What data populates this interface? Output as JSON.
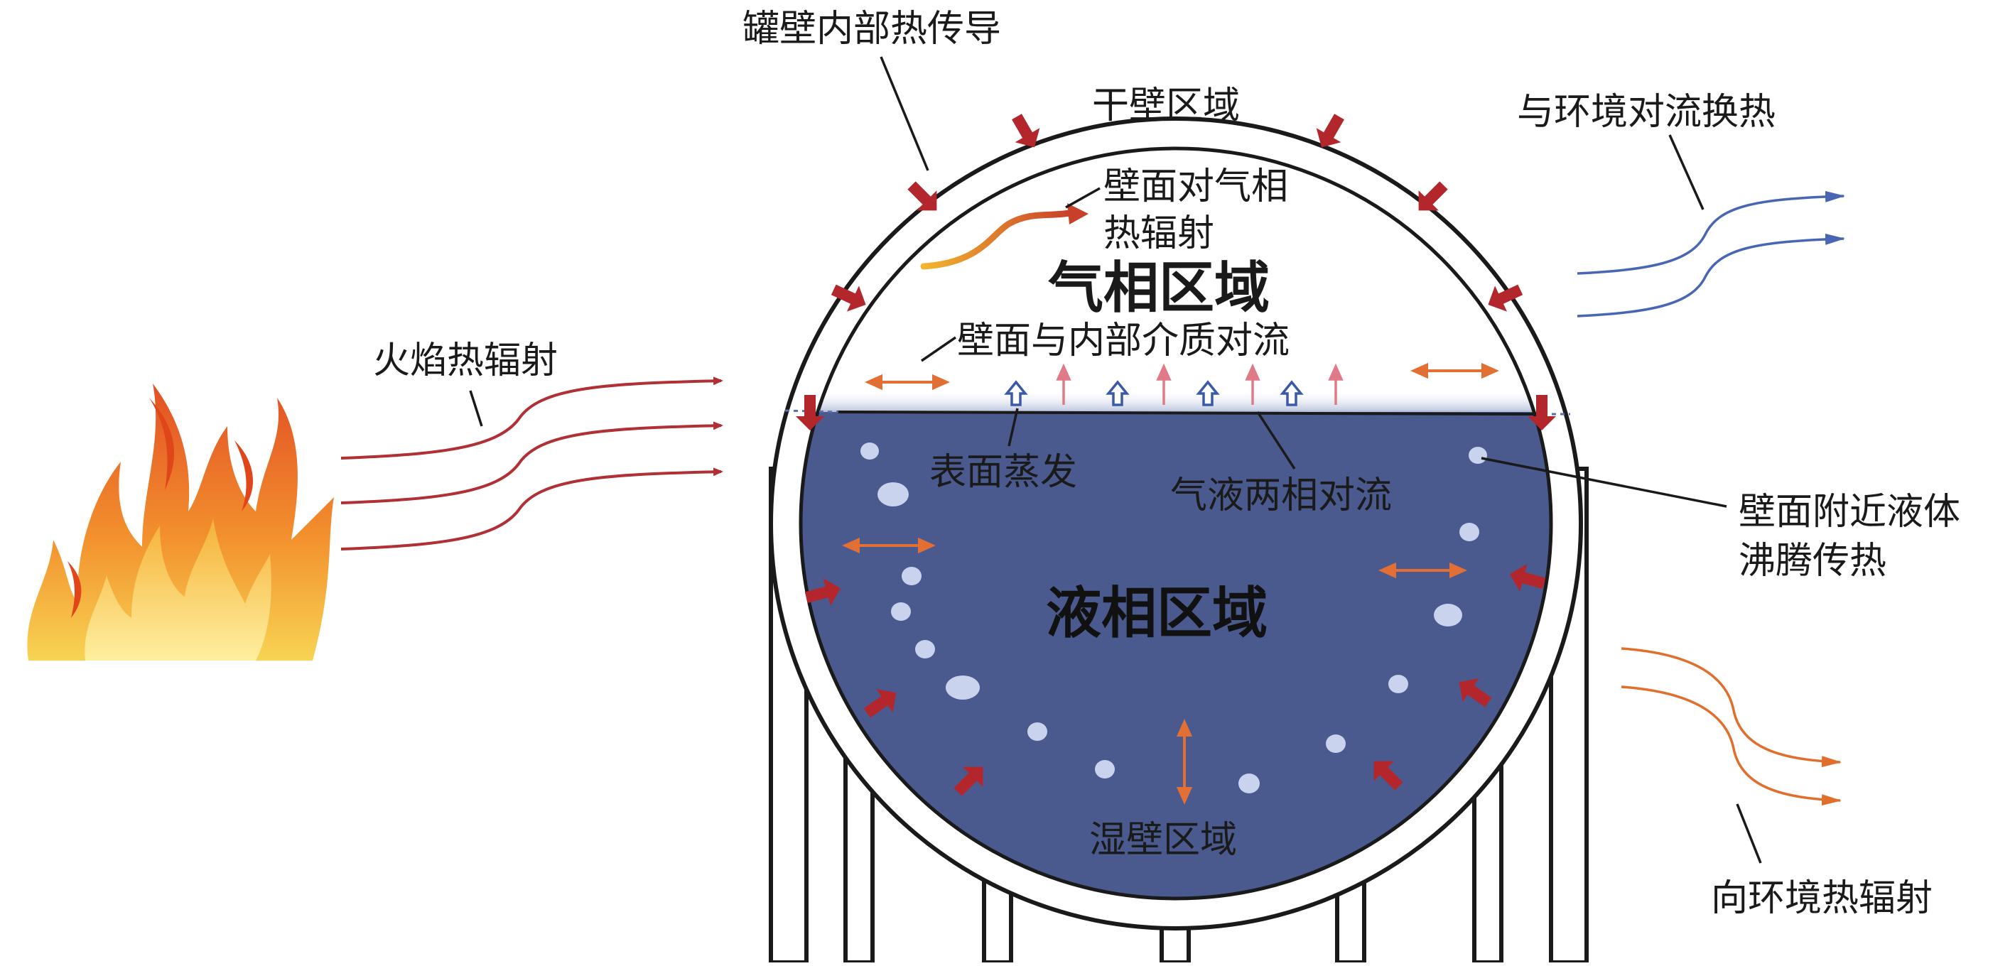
{
  "labels": {
    "tank_wall_conduction": "罐壁内部热传导",
    "dry_wall_region": "干壁区域",
    "wall_to_vapor_radiation_1": "壁面对气相",
    "wall_to_vapor_radiation_2": "热辐射",
    "vapor_region": "气相区域",
    "wall_internal_convection": "壁面与内部介质对流",
    "flame_radiation": "火焰热辐射",
    "surface_evaporation": "表面蒸发",
    "two_phase_convection": "气液两相对流",
    "liquid_region": "液相区域",
    "wet_wall_region": "湿壁区域",
    "ambient_convection": "与环境对流换热",
    "nucleate_boiling_1": "壁面附近液体",
    "nucleate_boiling_2": "沸腾传热",
    "ambient_radiation": "向环境热辐射"
  },
  "colors": {
    "liquid": "#4a5a8f",
    "wall_arrow": "#b3262b",
    "flame_arrow": "#b03035",
    "ambient_convection_arrow": "#4866b3",
    "ambient_radiation_arrow": "#e06f2d",
    "convection_double_arrow": "#e27034",
    "evap_arrow": "#3a5aa8",
    "vapor_up_arrow": "#e07a86",
    "bubble": "#c9d3ee",
    "outline": "#1a1a1a"
  },
  "icons": {
    "flame": "flame-icon"
  }
}
